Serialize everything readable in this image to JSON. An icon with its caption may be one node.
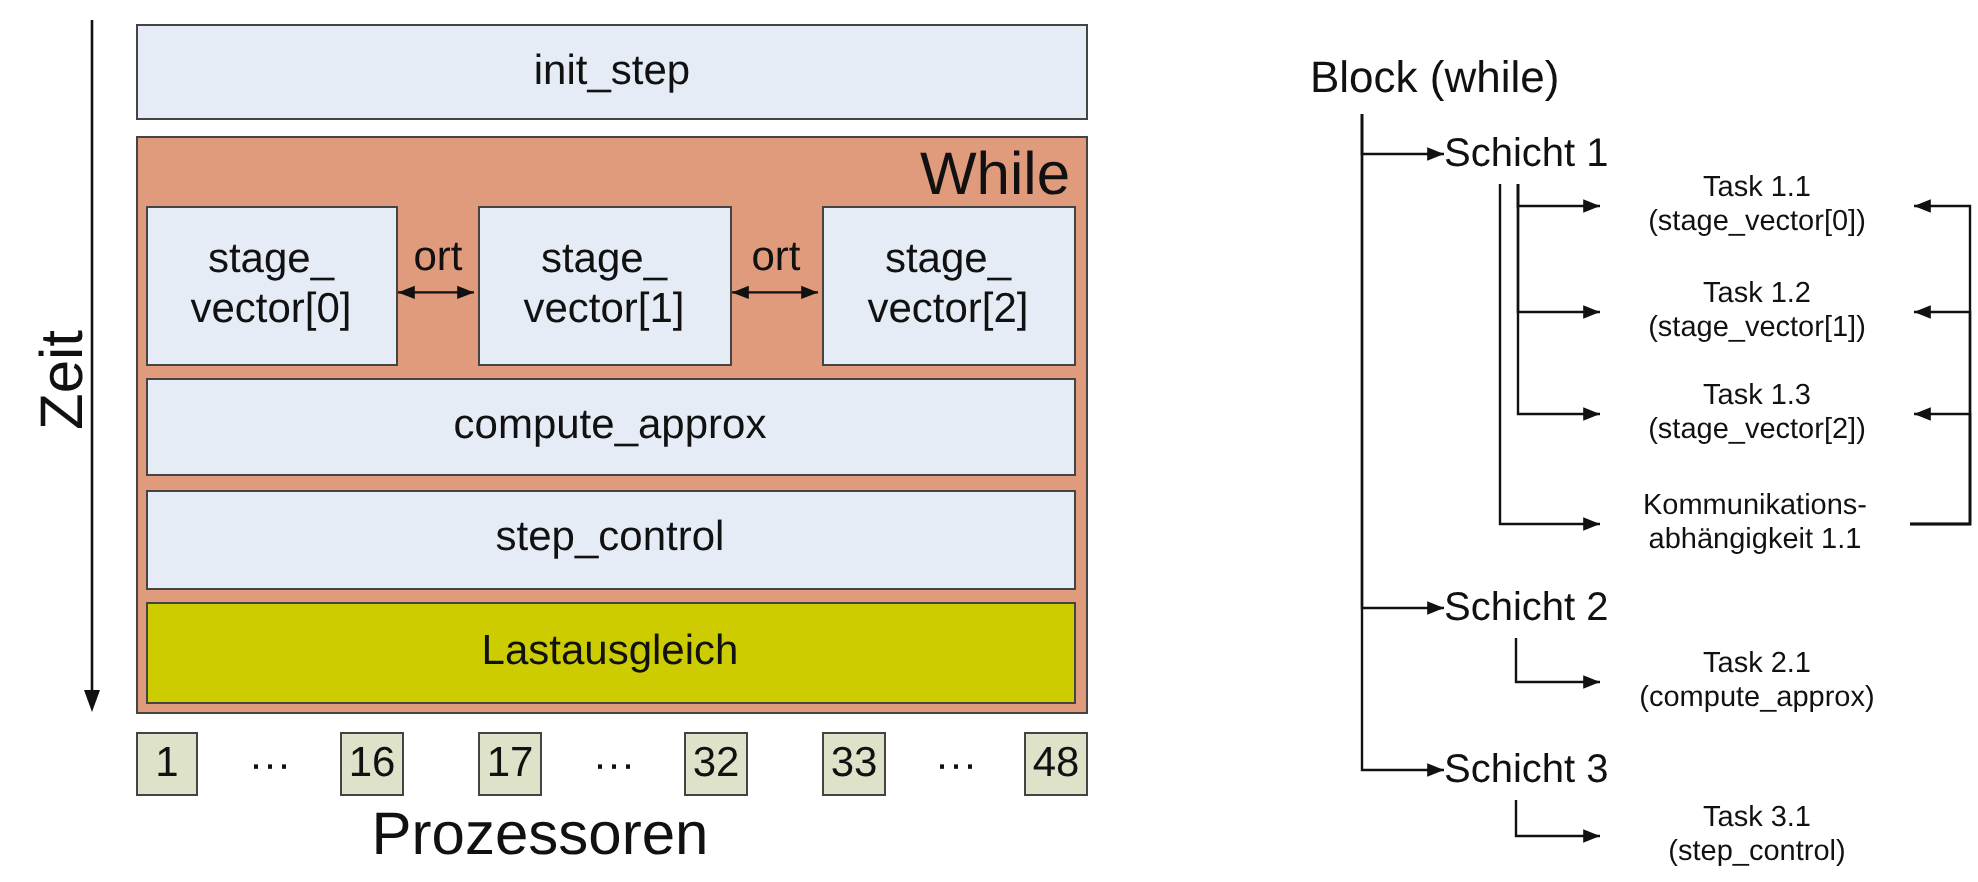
{
  "diagram": {
    "nodes": [
      {
        "text": [
          "init_step"
        ]
      },
      {
        "text": [
          "While"
        ]
      },
      {
        "text": [
          "stage_ vector[0]"
        ],
        "in": 1
      },
      {
        "text": [
          "stage_ vector[1]"
        ],
        "in": 1
      },
      {
        "text": [
          "stage_ vector[2]"
        ],
        "in": 1
      },
      {
        "text": [
          "compute_approx"
        ],
        "in": 1
      },
      {
        "text": [
          "step_control"
        ],
        "in": 1
      },
      {
        "text": [
          "Lastausgleich"
        ],
        "in": 1
      },
      {
        "text": [
          "1"
        ]
      },
      {
        "text": [
          "16"
        ]
      },
      {
        "text": [
          "17"
        ]
      },
      {
        "text": [
          "32"
        ]
      },
      {
        "text": [
          "33"
        ]
      },
      {
        "text": [
          "48"
        ]
      },
      {
        "text": [
          "Block (while)"
        ]
      },
      {
        "text": [
          "Schicht 1"
        ]
      },
      {
        "text": [
          "Task 1.1 (stage_vector[0])"
        ]
      },
      {
        "text": [
          "Task 1.2 (stage_vector[1])"
        ]
      },
      {
        "text": [
          "Task 1.3 (stage_vector[2])"
        ]
      },
      {
        "text": [
          "Kommunikations- abhängigkeit 1.1"
        ]
      },
      {
        "text": [
          "Schicht 2"
        ]
      },
      {
        "text": [
          "Task 2.1 (compute_approx)"
        ]
      },
      {
        "text": [
          "Schicht 3"
        ]
      },
      {
        "text": [
          "Task 3.1 (step_control)"
        ]
      }
    ],
    "edges": [
      {
        "from": 2,
        "to": 3,
        "arrow": "both",
        "label": "ort"
      },
      {
        "from": 3,
        "to": 4,
        "arrow": "both",
        "label": "ort"
      },
      {
        "from": 14,
        "to": 15,
        "arrow": "to"
      },
      {
        "from": 14,
        "to": 20,
        "arrow": "to"
      },
      {
        "from": 14,
        "to": 22,
        "arrow": "to"
      },
      {
        "from": 15,
        "to": 16,
        "arrow": "to"
      },
      {
        "from": 15,
        "to": 17,
        "arrow": "to"
      },
      {
        "from": 15,
        "to": 18,
        "arrow": "to"
      },
      {
        "from": 15,
        "to": 19,
        "arrow": "to"
      },
      {
        "from": 20,
        "to": 21,
        "arrow": "to"
      },
      {
        "from": 22,
        "to": 23,
        "arrow": "to"
      },
      {
        "from": 19,
        "to": 16,
        "arrow": "to"
      },
      {
        "from": 19,
        "to": 17,
        "arrow": "to"
      },
      {
        "from": 19,
        "to": 18,
        "arrow": "to"
      }
    ],
    "labels": [
      "Zeit",
      "···",
      "···",
      "···",
      "Prozessoren"
    ]
  }
}
